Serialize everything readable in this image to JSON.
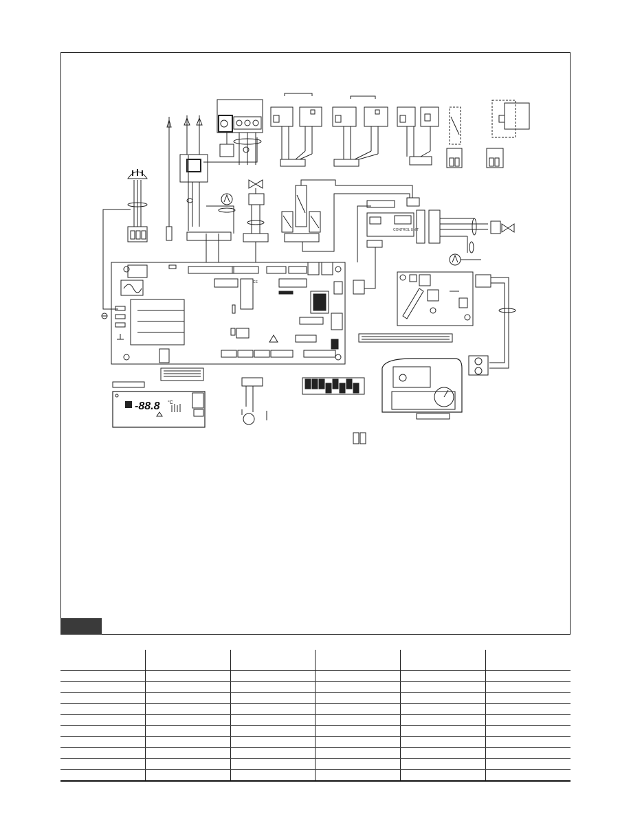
{
  "figure": {
    "board_marks": [
      "CE",
      "CONTROL UNIT"
    ],
    "display_digits": "-88.8",
    "display_unit": "°C"
  },
  "table": {
    "columns": 6,
    "headers": [
      "",
      "",
      "",
      "",
      "",
      ""
    ],
    "rows": [
      [
        "",
        "",
        "",
        "",
        "",
        ""
      ],
      [
        "",
        "",
        "",
        "",
        "",
        ""
      ],
      [
        "",
        "",
        "",
        "",
        "",
        ""
      ],
      [
        "",
        "",
        "",
        "",
        "",
        ""
      ],
      [
        "",
        "",
        "",
        "",
        "",
        ""
      ],
      [
        "",
        "",
        "",
        "",
        "",
        ""
      ],
      [
        "",
        "",
        "",
        "",
        "",
        ""
      ],
      [
        "",
        "",
        "",
        "",
        "",
        ""
      ],
      [
        "",
        "",
        "",
        "",
        "",
        ""
      ],
      [
        "",
        "",
        "",
        "",
        "",
        ""
      ]
    ]
  },
  "colors": {
    "line": "#222222",
    "tab": "#3a3a3a",
    "background": "#ffffff"
  },
  "icons": [
    "plug-icon",
    "ground-icon",
    "pump-icon",
    "valve-icon",
    "fan-icon",
    "thermostat-dial-icon",
    "electrode-icon",
    "sensor-icon",
    "warning-icon"
  ]
}
